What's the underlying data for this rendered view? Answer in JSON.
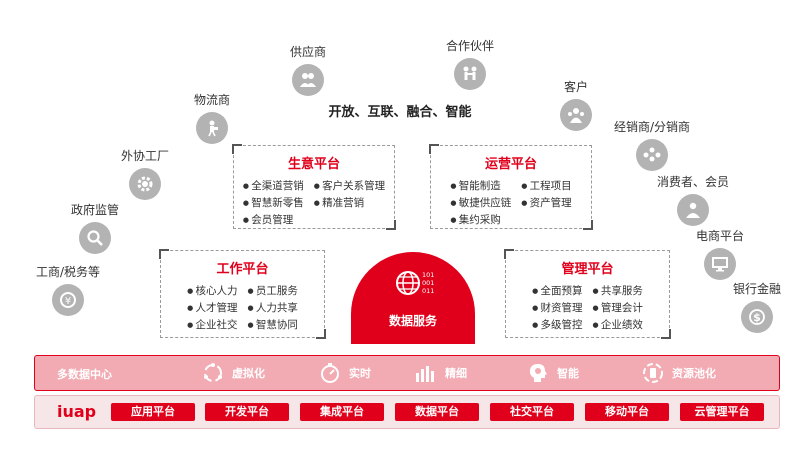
{
  "slogan": "开放、互联、融合、智能",
  "nodes": [
    {
      "label": "工商/税务等",
      "icon": "tax-seal-icon"
    },
    {
      "label": "政府监管",
      "icon": "magnifier-icon"
    },
    {
      "label": "外协工厂",
      "icon": "gear-icon"
    },
    {
      "label": "物流商",
      "icon": "delivery-person-icon"
    },
    {
      "label": "供应商",
      "icon": "people-icon"
    },
    {
      "label": "合作伙伴",
      "icon": "handshake-people-icon"
    },
    {
      "label": "客户",
      "icon": "customers-icon"
    },
    {
      "label": "经销商/分销商",
      "icon": "group-icon"
    },
    {
      "label": "消费者、会员",
      "icon": "consumer-icon"
    },
    {
      "label": "电商平台",
      "icon": "monitor-icon"
    },
    {
      "label": "银行金融",
      "icon": "dollar-icon"
    }
  ],
  "platforms": {
    "business": {
      "title": "生意平台",
      "items": [
        "全渠道营销",
        "客户关系管理",
        "智慧新零售",
        "精准营销",
        "会员管理"
      ]
    },
    "operation": {
      "title": "运营平台",
      "items": [
        "智能制造",
        "工程项目",
        "敏捷供应链",
        "资产管理",
        "集约采购"
      ]
    },
    "work": {
      "title": "工作平台",
      "items": [
        "核心人力",
        "员工服务",
        "人才管理",
        "人力共享",
        "企业社交",
        "智慧协同"
      ]
    },
    "management": {
      "title": "管理平台",
      "items": [
        "全面预算",
        "共享服务",
        "财资管理",
        "管理会计",
        "多级管控",
        "企业绩效"
      ]
    }
  },
  "data_service": {
    "label": "数据服务",
    "binary": [
      "101",
      "001",
      "011"
    ]
  },
  "band1": {
    "first": "多数据中心",
    "features": [
      {
        "label": "虚拟化",
        "icon": "virtualization-icon"
      },
      {
        "label": "实时",
        "icon": "stopwatch-icon"
      },
      {
        "label": "精细",
        "icon": "bar-chart-icon"
      },
      {
        "label": "智能",
        "icon": "brain-head-icon"
      },
      {
        "label": "资源池化",
        "icon": "resource-pool-icon"
      }
    ]
  },
  "band2": {
    "brand": "iuap",
    "platforms": [
      "应用平台",
      "开发平台",
      "集成平台",
      "数据平台",
      "社交平台",
      "移动平台",
      "云管理平台"
    ]
  },
  "colors": {
    "accent": "#e0001b",
    "icon_gray": "#b3b3b3",
    "band_pink": "#f2aab3",
    "band_light": "#f7e6e8"
  }
}
